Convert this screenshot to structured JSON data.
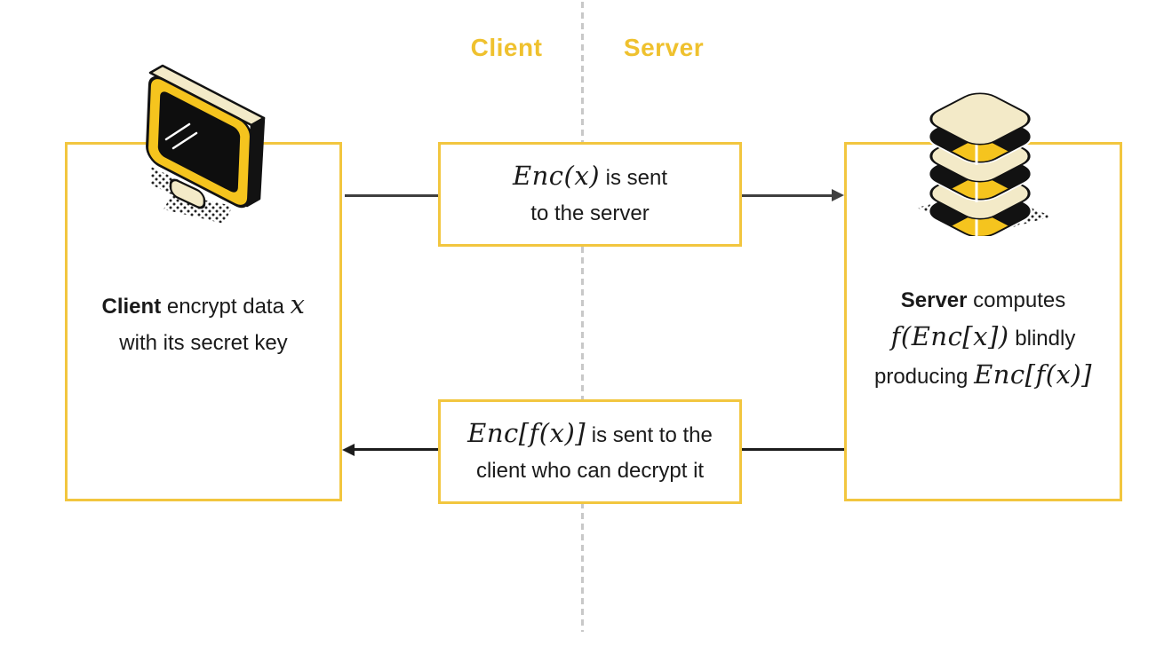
{
  "header": {
    "client_label": "Client",
    "server_label": "Server"
  },
  "client_box": {
    "name_bold": "Client",
    "line1_text": " encrypt data ",
    "line1_math": "x",
    "line2": "with its secret key",
    "icon": "computer-monitor-icon"
  },
  "server_box": {
    "name_bold": "Server",
    "line1_text": " computes",
    "line2_math": "f(Enc[x])",
    "line2_text": " blindly",
    "line3_text": "producing ",
    "line3_math": "Enc[f(x)]",
    "icon": "database-stack-icon"
  },
  "top_message": {
    "math": "Enc(x)",
    "line1_text": " is sent",
    "line2": "to the server",
    "direction": "client-to-server"
  },
  "bottom_message": {
    "math": "Enc[f(x)]",
    "line1_text": " is sent to the",
    "line2": "client who can decrypt it",
    "direction": "server-to-client"
  },
  "colors": {
    "accent_yellow": "#F2C63F",
    "title_yellow": "#EFC12E",
    "icon_yellow": "#F5C41E",
    "icon_cream": "#F3EAC8",
    "arrow_gray": "#3F3F3F",
    "arrow_black": "#1C1C1C",
    "dash_gray": "#C8C8C8",
    "text_color": "#1A1A1A"
  }
}
